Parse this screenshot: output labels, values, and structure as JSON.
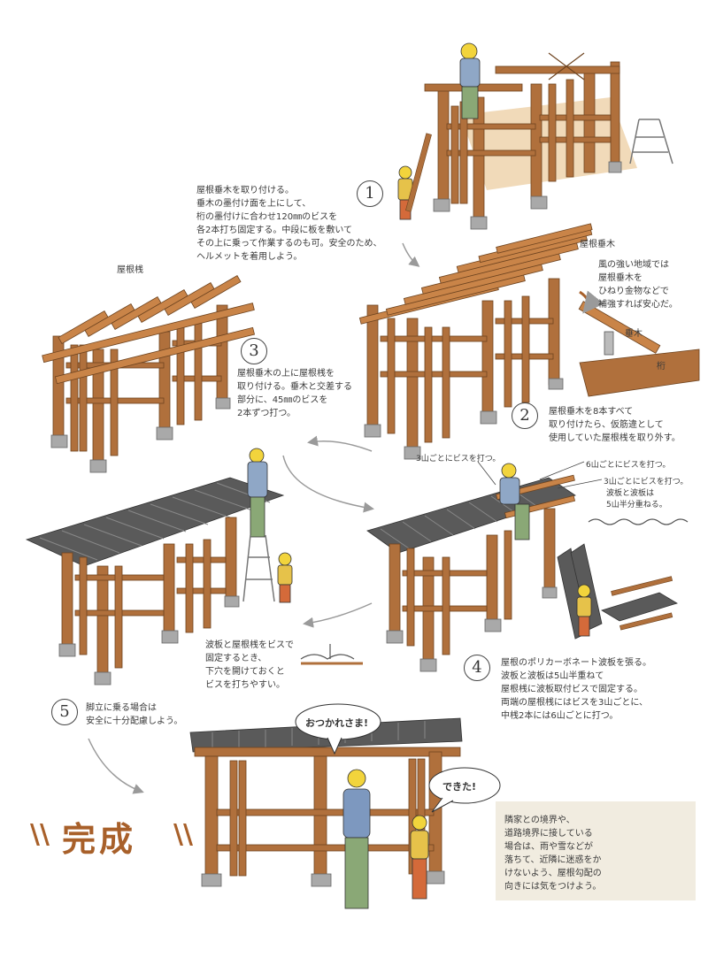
{
  "steps": [
    {
      "number": "1",
      "lines": [
        "屋根垂木を取り付ける。",
        "垂木の墨付け面を上にして、",
        "桁の墨付けに合わせ120㎜のビスを",
        "各2本打ち固定する。中段に板を敷いて",
        "その上に乗って作業するのも可。安全のため、",
        "ヘルメットを着用しよう。"
      ]
    },
    {
      "number": "2",
      "lines": [
        "屋根垂木を8本すべて",
        "取り付けたら、仮筋違として",
        "使用していた屋根桟を取り外す。"
      ]
    },
    {
      "number": "3",
      "lines": [
        "屋根垂木の上に屋根桟を",
        "取り付ける。垂木と交差する",
        "部分に、45㎜のビスを",
        "2本ずつ打つ。"
      ]
    },
    {
      "number": "4",
      "lines": [
        "屋根のポリカーボネート波板を張る。",
        "波板と波板は5山半重ねて",
        "屋根桟に波板取付ビスで固定する。",
        "両端の屋根桟にはビスを3山ごとに、",
        "中桟2本には6山ごとに打つ。"
      ]
    },
    {
      "number": "5",
      "lines": [
        "脚立に乗る場合は",
        "安全に十分配慮しよう。"
      ]
    }
  ],
  "labels": {
    "roof_rafter": "屋根垂木",
    "roof_batten": "屋根桟",
    "rafter": "垂木",
    "beam": "桁",
    "screw_3": "3山ごとにビスを打つ。",
    "screw_6": "6山ごとにビスを打つ。",
    "screw_3b": "3山ごとにビスを打つ。",
    "overlap": [
      "波板と波板は",
      "5山半分重ねる。"
    ]
  },
  "tips": {
    "wind": [
      "風の強い地域では",
      "屋根垂木を",
      "ひねり金物などで",
      "補強すれば安心だ。"
    ],
    "predrill": [
      "波板と屋根桟をビスで",
      "固定するとき、",
      "下穴を開けておくと",
      "ビスを打ちやすい。"
    ]
  },
  "speech": {
    "worker1": "おつかれさま!",
    "worker2": "できた!"
  },
  "completion": {
    "title": "完成"
  },
  "note": [
    "隣家との境界や、",
    "道路境界に接している",
    "場合は、雨や雪などが",
    "落ちて、近隣に迷惑をか",
    "けないよう、屋根勾配の",
    "向きには気をつけよう。"
  ],
  "colors": {
    "wood": "#b0703c",
    "wood_dark": "#7a4a22",
    "roof": "#5a5a5a",
    "accent": "#a8602a",
    "helmet": "#f2d43c",
    "note_bg": "#f1ece0"
  }
}
